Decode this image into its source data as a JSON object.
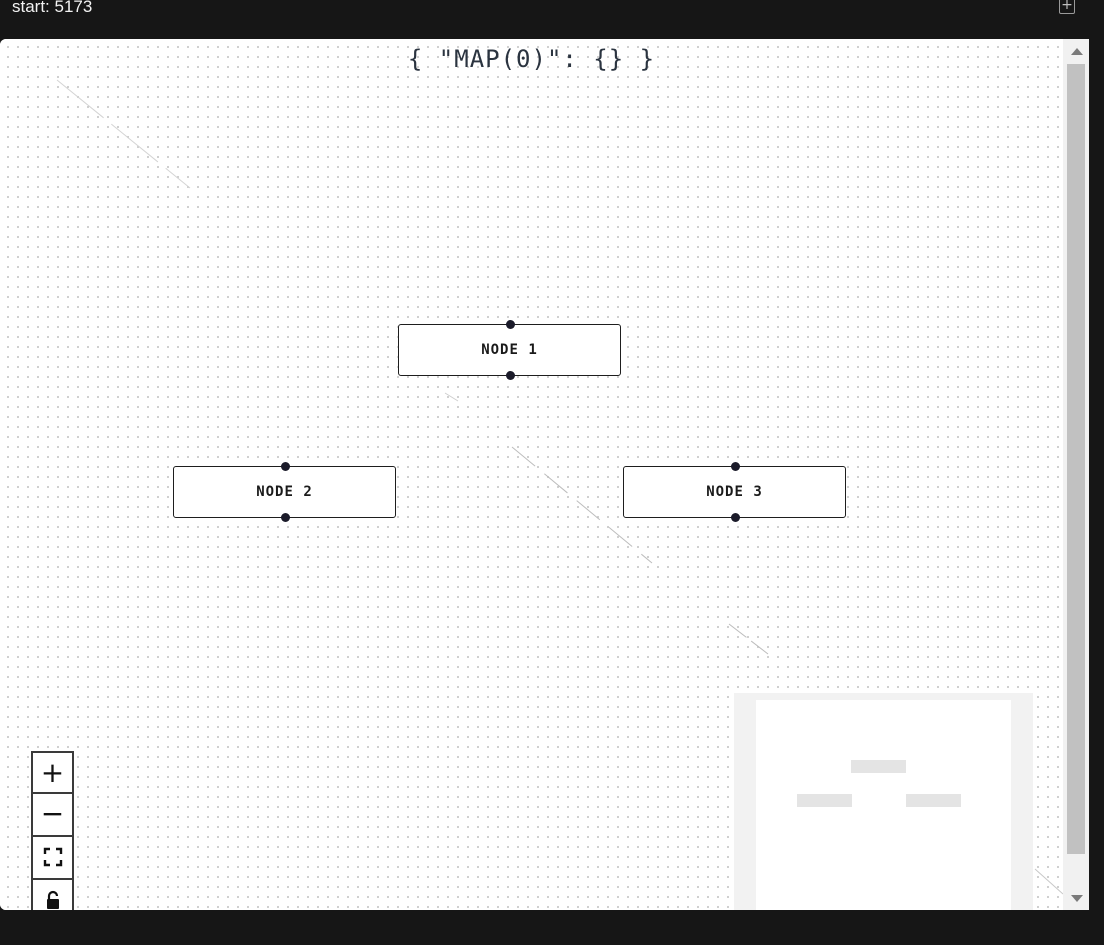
{
  "topbar": {
    "label": "start: 5173",
    "add_icon": "plus-square-icon"
  },
  "map": {
    "title": "{ \"MAP(0)\": {} }"
  },
  "nodes": [
    {
      "label": "NODE 1"
    },
    {
      "label": "NODE 2"
    },
    {
      "label": "NODE 3"
    }
  ],
  "controls": {
    "zoom_in": "+",
    "zoom_out": "−",
    "fit_view_icon": "fit-view-icon",
    "lock_icon": "lock-icon"
  },
  "colors": {
    "background": "#161616",
    "canvas": "#ffffff",
    "node_border": "#1e1e1e",
    "handle": "#1b1b2a",
    "minimap": "#f2f2f2"
  }
}
